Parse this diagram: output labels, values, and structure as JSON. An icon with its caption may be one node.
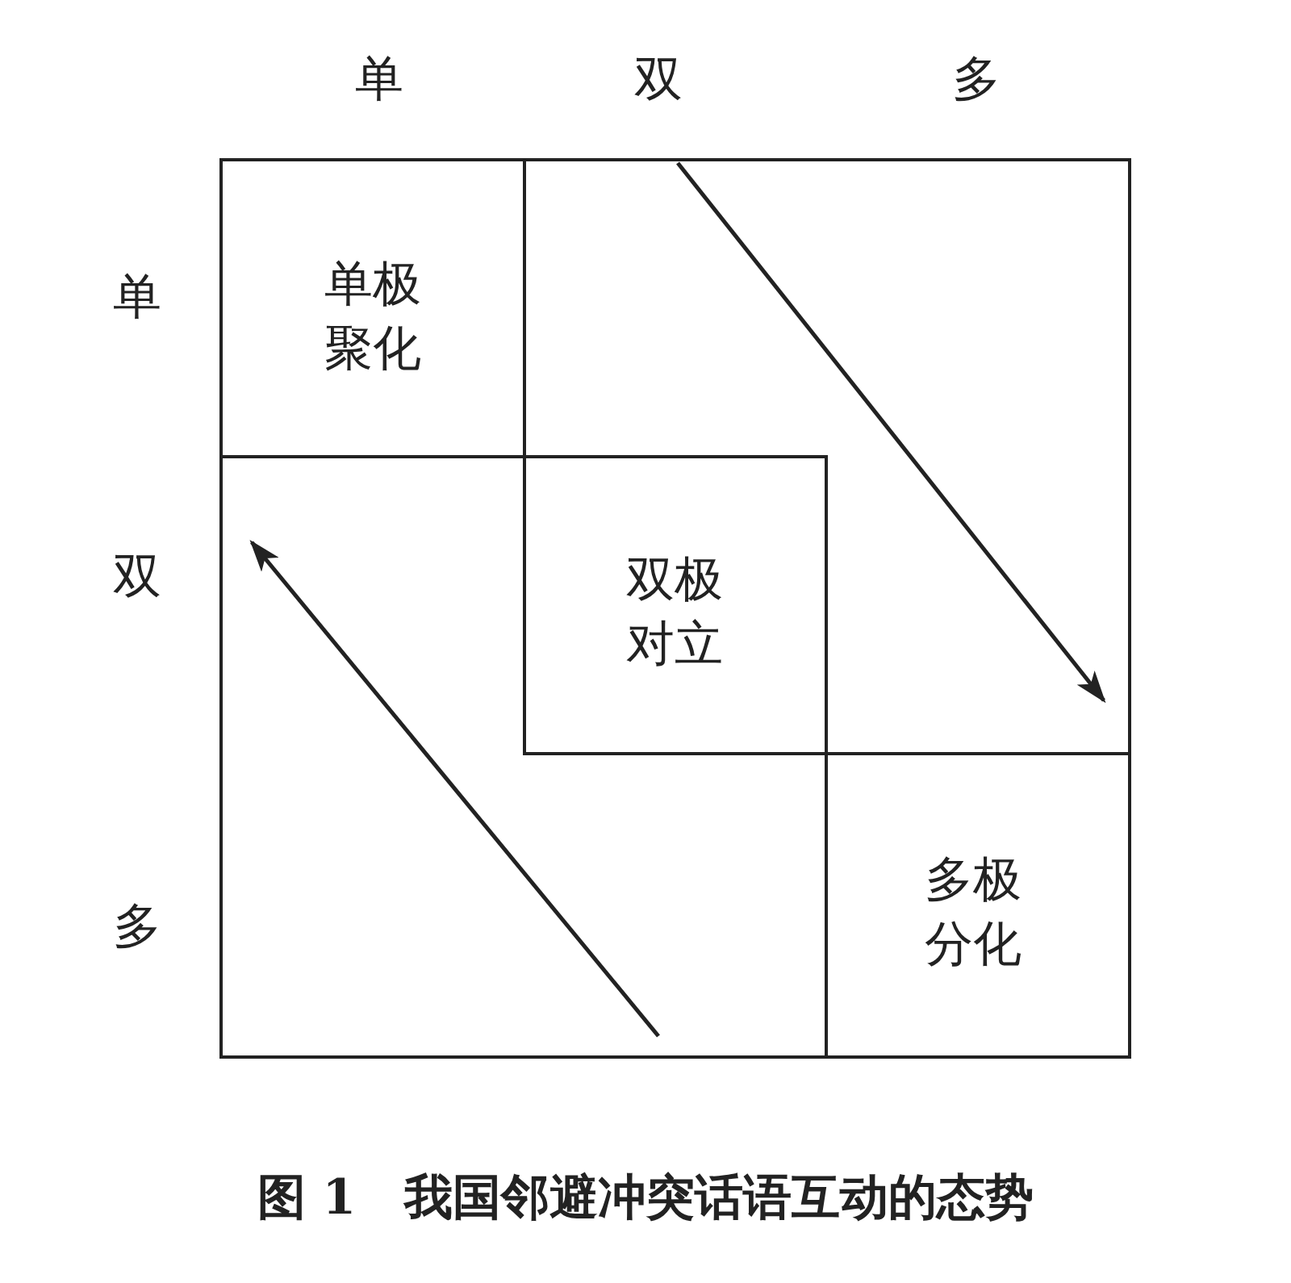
{
  "diagram": {
    "caption": "图 1　我国邻避冲突话语互动的态势",
    "nodes": [
      {
        "text": [
          "单极聚化"
        ]
      },
      {
        "text": [
          "双极对立"
        ]
      },
      {
        "text": [
          "多极分化"
        ]
      }
    ],
    "labels": [
      "单",
      "双",
      "多",
      "单",
      "双",
      "多"
    ]
  }
}
